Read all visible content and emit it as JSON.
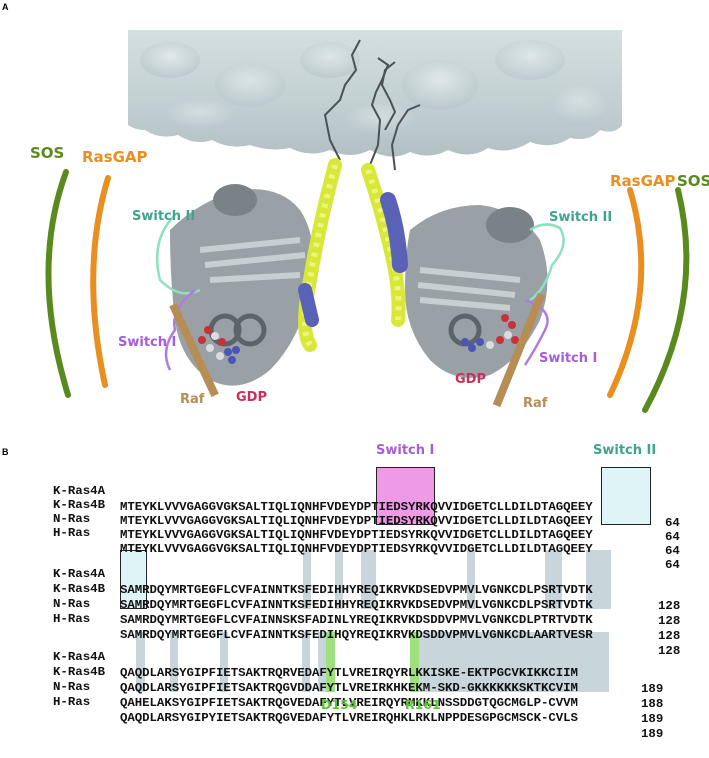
{
  "panels": {
    "a": {
      "label": "A"
    },
    "b": {
      "label": "B"
    }
  },
  "figure_a": {
    "labels": {
      "sos_left": "SOS",
      "rasgap_left": "RasGAP",
      "switch2_left": "Switch II",
      "switch1_left": "Switch I",
      "raf_left": "Raf",
      "gdp_left": "GDP",
      "rasgap_right": "RasGAP",
      "sos_right": "SOS",
      "switch2_right": "Switch II",
      "switch1_right": "Switch I",
      "gdp_right": "GDP",
      "raf_right": "Raf"
    },
    "colors": {
      "sos": "#5a8a1e",
      "rasgap": "#e88f1f",
      "switch2": "#3fa58a",
      "switch1": "#a55ed8",
      "raf": "#b58d55",
      "gdp": "#c8305a",
      "membrane": "#c5d2d5",
      "helix_yellow": "#e6f04a",
      "helix_blue": "#5a62b8",
      "protein_gray": "#8e979c"
    }
  },
  "alignment": {
    "headers": {
      "switch1": "Switch I",
      "switch2": "Switch II"
    },
    "residue_labels": {
      "d154": "D154",
      "r161": "R161"
    },
    "blocks": [
      {
        "rows": [
          {
            "name": "K-Ras4A",
            "seq": "MTEYKLVVVGAGGVGKSALTIQLIQNHFVDEYDPTIEDSYRKQVVIDGETCLLDILDTAGQEEY",
            "end": "64"
          },
          {
            "name": "K-Ras4B",
            "seq": "MTEYKLVVVGAGGVGKSALTIQLIQNHFVDEYDPTIEDSYRKQVVIDGETCLLDILDTAGQEEY",
            "end": "64"
          },
          {
            "name": "N-Ras",
            "seq": "MTEYKLVVVGAGGVGKSALTIQLIQNHFVDEYDPTIEDSYRKQVVIDGETCLLDILDTAGQEEY",
            "end": "64"
          },
          {
            "name": "H-Ras",
            "seq": "MTEYKLVVVGAGGVGKSALTIQLIQNHFVDEYDPTIEDSYRKQVVIDGETCLLDILDTAGQEEY",
            "end": "64"
          }
        ]
      },
      {
        "rows": [
          {
            "name": "K-Ras4A",
            "seq": "SAMRDQYMRTGEGFLCVFAINNTKSFEDIHHYREQIKRVKDSEDVPMVLVGNKCDLPSRTVDTK",
            "end": "128"
          },
          {
            "name": "K-Ras4B",
            "seq": "SAMRDQYMRTGEGFLCVFAINNTKSFEDIHHYREQIKRVKDSEDVPMVLVGNKCDLPSRTVDTK",
            "end": "128"
          },
          {
            "name": "N-Ras",
            "seq": "SAMRDQYMRTGEGFLCVFAINNSKSFADINLYREQIKRVKDSDDVPMVLVGNKCDLPTRTVDTK",
            "end": "128"
          },
          {
            "name": "H-Ras",
            "seq": "SAMRDQYMRTGEGFLCVFAINNTKSFEDIHQYREQIKRVKDSDDVPMVLVGNKCDLAARTVESR",
            "end": "128"
          }
        ]
      },
      {
        "rows": [
          {
            "name": "K-Ras4A",
            "seq": "QAQDLARSYGIPFIETSAKTRQRVEDAFYTLVREIRQYRLKKISKE-EKTPGCVKIKKCIIM",
            "end": "189"
          },
          {
            "name": "K-Ras4B",
            "seq": "QAQDLARSYGIPFIETSAKTRQGVDDAFYTLVREIRKHKEKM-SKD-GKKKKKKSKTKCVIM",
            "end": "188"
          },
          {
            "name": "N-Ras",
            "seq": "QAHELAKSYGIPFIETSAKTRQGVEDAFYTLVREIRQYRMKKLNSSDDGTQGCMGLP-CVVM",
            "end": "189"
          },
          {
            "name": "H-Ras",
            "seq": "QAQDLARSYGIPYIETSAKTRQGVEDAFYTLVREIRQHKLRKLNPPDESGPGCMSCK-CVLS",
            "end": "189"
          }
        ]
      }
    ]
  }
}
